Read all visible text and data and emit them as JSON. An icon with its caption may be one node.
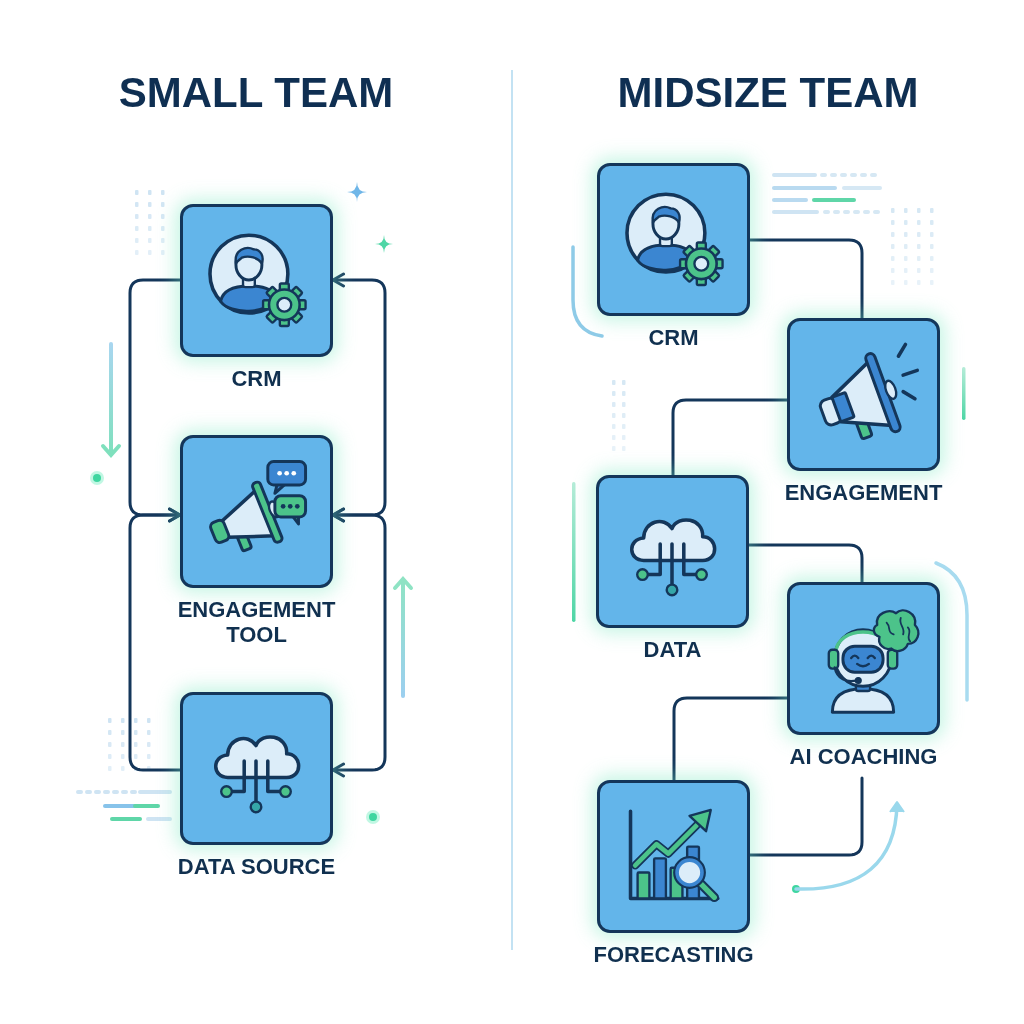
{
  "diagram": {
    "nodes": [
      {
        "text": [
          "CRM"
        ]
      },
      {
        "text": [
          "ENGAGEMENT TOOL"
        ]
      },
      {
        "text": [
          "DATA SOURCE"
        ]
      },
      {
        "text": [
          "CRM"
        ]
      },
      {
        "text": [
          "ENGAGEMENT"
        ]
      },
      {
        "text": [
          "DATA"
        ]
      },
      {
        "text": [
          "AI COACHING"
        ]
      },
      {
        "text": [
          "FORECASTING"
        ]
      }
    ],
    "edges": [
      {
        "from": 0,
        "to": 1,
        "arrow": "to"
      },
      {
        "from": 2,
        "to": 1,
        "arrow": "to"
      },
      {
        "from": 1,
        "to": 0,
        "arrow": "both"
      },
      {
        "from": 1,
        "to": 2,
        "arrow": "both"
      },
      {
        "from": 3,
        "to": 4,
        "arrow": "none"
      },
      {
        "from": 4,
        "to": 5,
        "arrow": "none"
      },
      {
        "from": 5,
        "to": 6,
        "arrow": "none"
      },
      {
        "from": 6,
        "to": 7,
        "arrow": "none"
      },
      {
        "from": 7,
        "to": 6,
        "arrow": "none"
      }
    ],
    "labels": [
      "SMALL TEAM",
      "MIDSIZE TEAM"
    ]
  }
}
